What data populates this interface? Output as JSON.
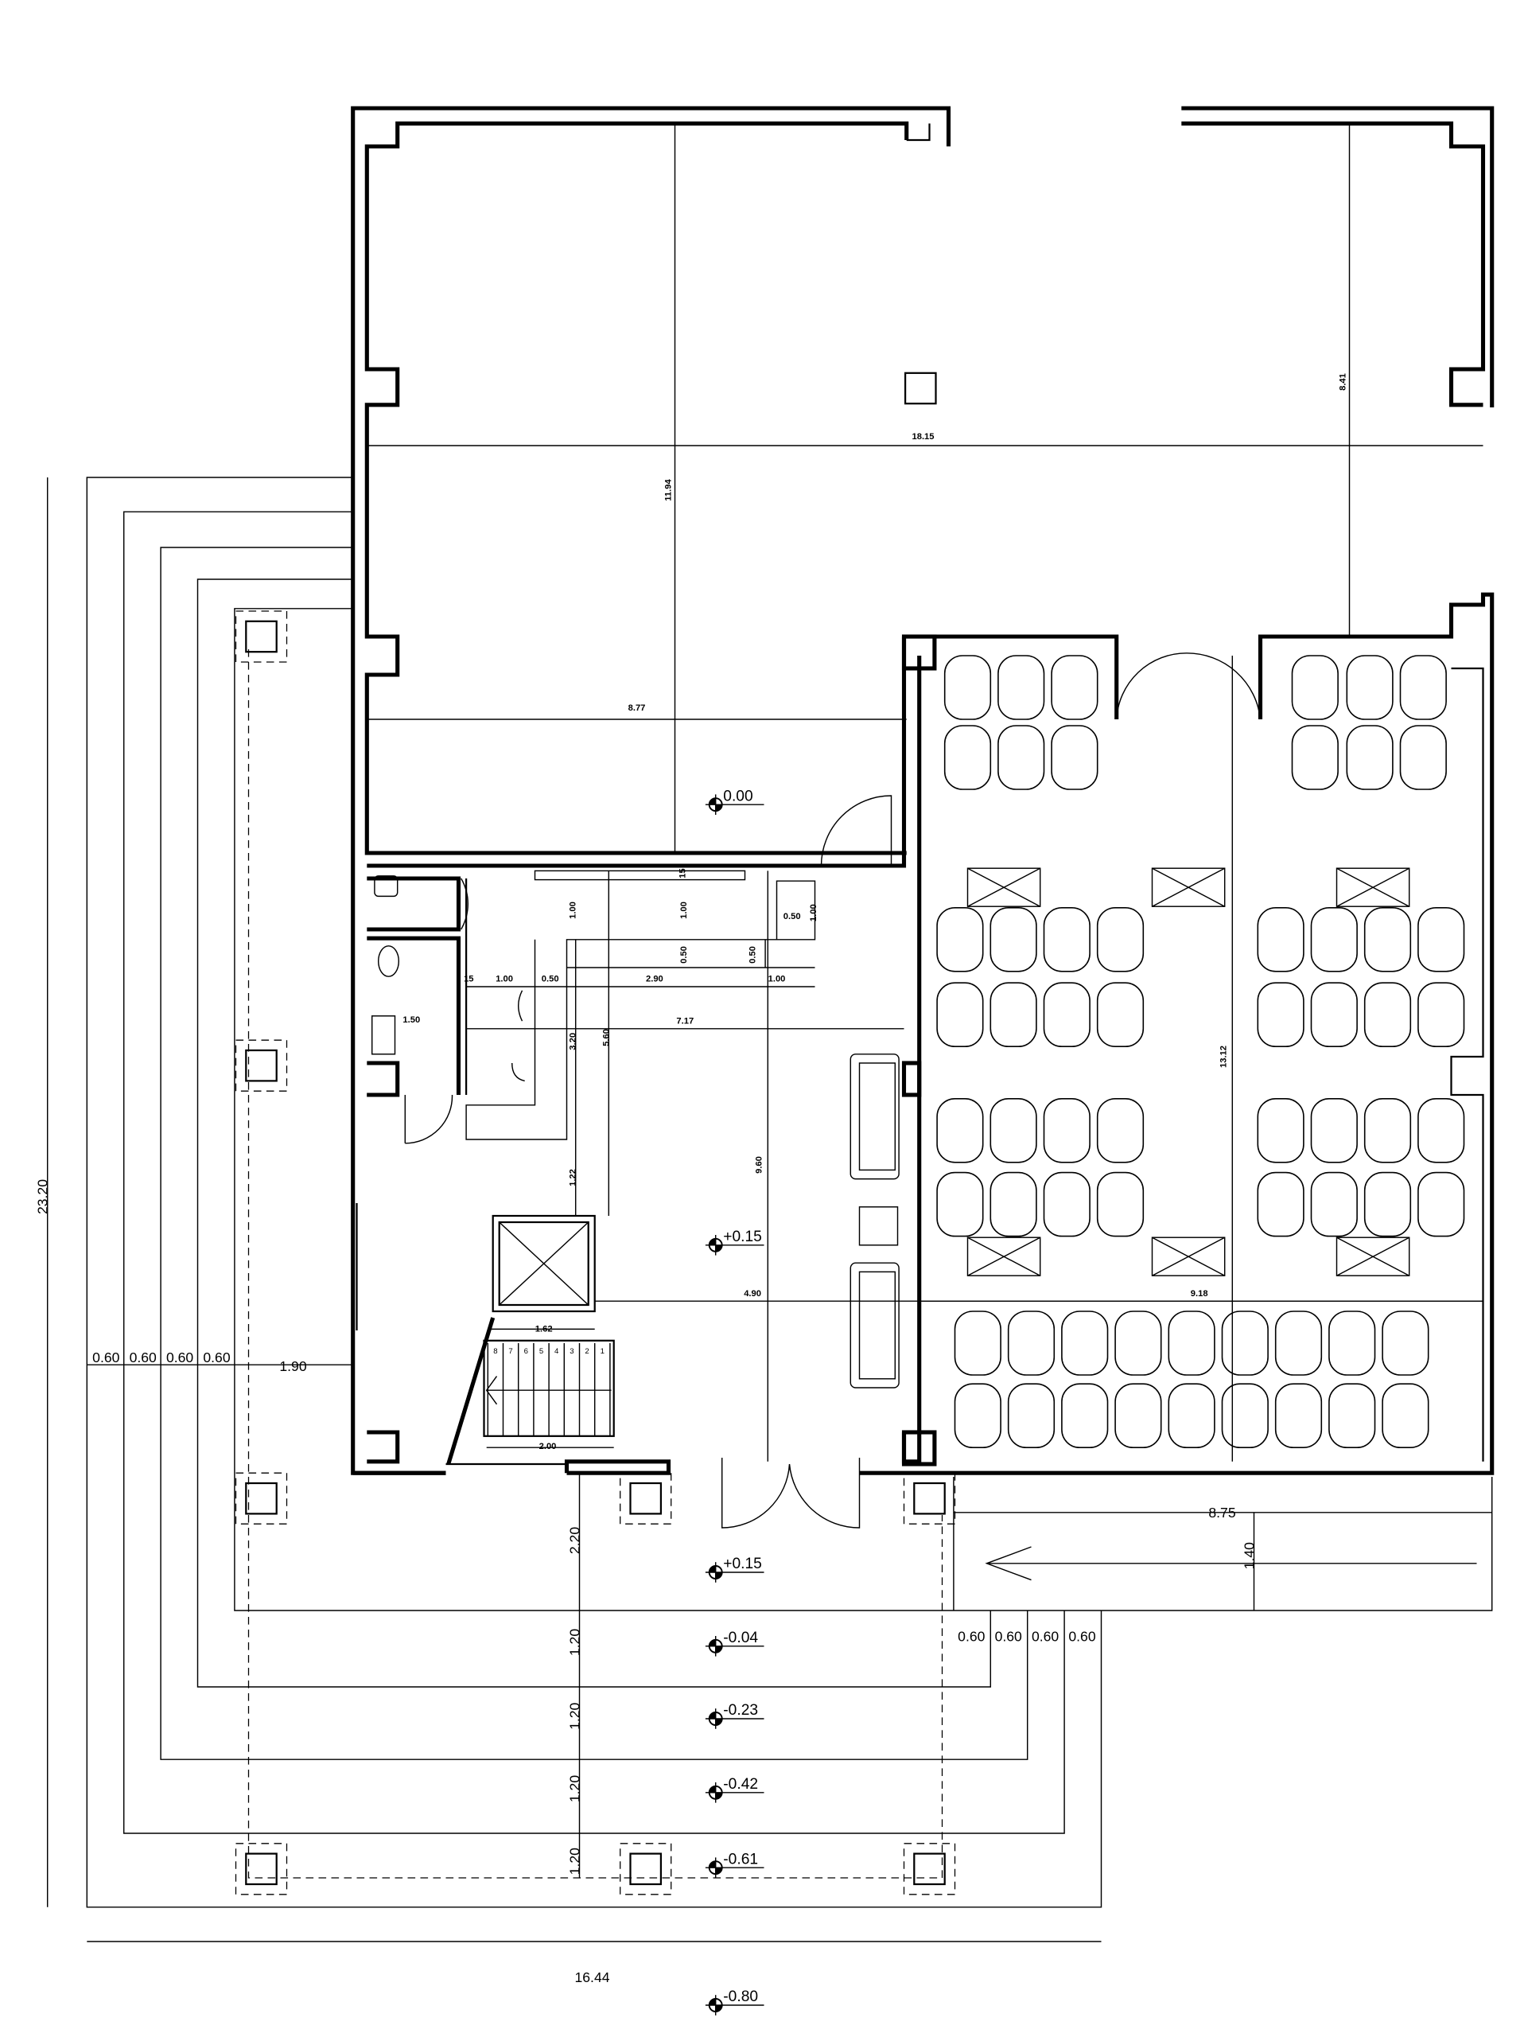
{
  "drawing": {
    "type": "ground floor plan",
    "dimensions_interior": [
      "18.15",
      "11.94",
      "8.41",
      "8.77",
      "7.17",
      "5.60",
      "9.60",
      "13.12",
      "4.90",
      "9.18",
      "1.62",
      "2.00",
      "1.50",
      "1.22",
      "3.20",
      "1.00",
      "1.00",
      "0.50",
      "0.50",
      "0.50",
      "1.00",
      "15",
      "1.00",
      "0.50",
      "2.90",
      "1.00",
      "15"
    ],
    "dimensions_exterior": [
      "0.60",
      "0.60",
      "0.60",
      "0.60",
      "1.90",
      "2.20",
      "1.20",
      "1.20",
      "1.20",
      "1.20",
      "16.44",
      "23.20",
      "8.75",
      "1.40",
      "0.60",
      "0.60",
      "0.60",
      "0.60"
    ],
    "levels": [
      "0.00",
      "+0.15",
      "+0.15",
      "-0.04",
      "-0.23",
      "-0.42",
      "-0.61",
      "-0.80"
    ],
    "stair_steps": [
      "8",
      "7",
      "6",
      "5",
      "4",
      "3",
      "2",
      "1"
    ]
  }
}
